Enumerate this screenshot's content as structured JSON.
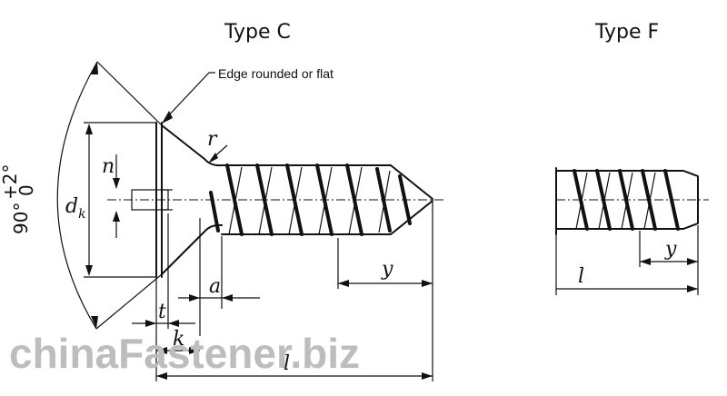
{
  "titles": {
    "type_c": "Type  C",
    "type_f": "Type  F"
  },
  "callout": {
    "edge": "Edge rounded or flat"
  },
  "labels": {
    "r": "r",
    "n": "n",
    "dk": "d",
    "dk_sub": "k",
    "a": "a",
    "t": "t",
    "k": "k",
    "y_c": "y",
    "l_c": "l",
    "y_f": "y",
    "l_f": "l"
  },
  "angle": {
    "main": "90°",
    "upper": "+2°",
    "lower": "0"
  },
  "watermark": "chinaFastener.biz",
  "colors": {
    "ink": "#111111",
    "watermark": "#bdbdbd",
    "background": "#ffffff"
  }
}
